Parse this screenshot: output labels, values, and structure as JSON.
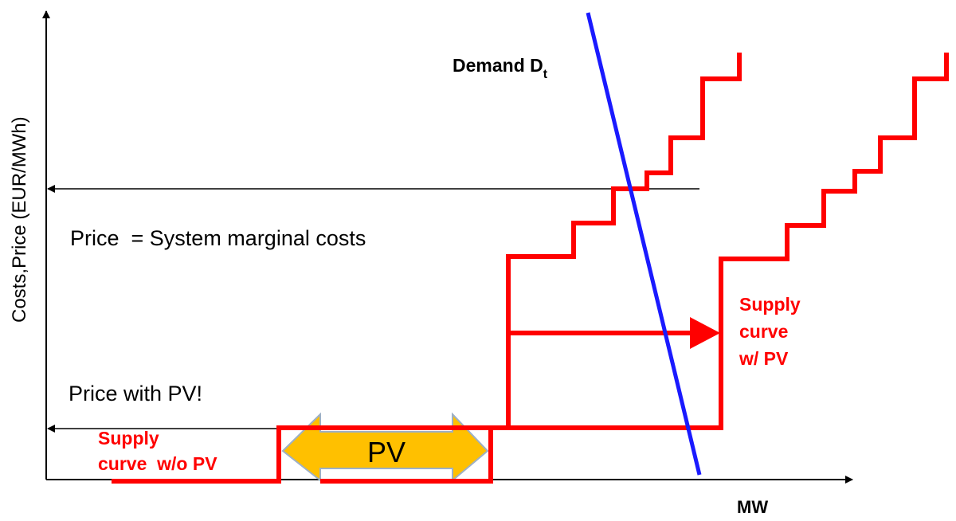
{
  "diagram": {
    "y_axis_label": "Costs,Price (EUR/MWh)",
    "x_axis_label": "MW",
    "demand_label": "Demand D",
    "demand_subscript": "t",
    "price_label": "Price  = System marginal costs",
    "price_pv_label": "Price with PV!",
    "pv_label": "PV",
    "supply_wo_pv_line1": "Supply",
    "supply_wo_pv_line2": "curve  w/o PV",
    "supply_w_pv_line1": "Supply",
    "supply_w_pv_line2": "curve",
    "supply_w_pv_line3": "w/ PV"
  },
  "colors": {
    "supply": "#ff0000",
    "demand": "#1a1aff",
    "pv_fill": "#ffc000",
    "axis": "#000000"
  }
}
